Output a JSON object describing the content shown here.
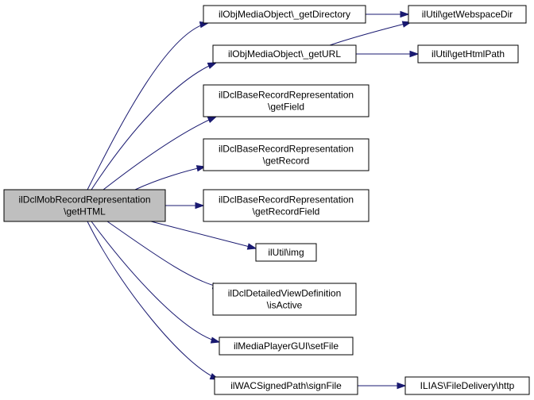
{
  "nodes": [
    {
      "id": "root",
      "lines": [
        "ilDclMobRecordRepresentation",
        "\\getHTML"
      ],
      "highlighted": true
    },
    {
      "id": "getDirectory",
      "lines": [
        "ilObjMediaObject\\_getDirectory"
      ]
    },
    {
      "id": "getURL",
      "lines": [
        "ilObjMediaObject\\_getURL"
      ]
    },
    {
      "id": "getField",
      "lines": [
        "ilDclBaseRecordRepresentation",
        "\\getField"
      ]
    },
    {
      "id": "getRecord",
      "lines": [
        "ilDclBaseRecordRepresentation",
        "\\getRecord"
      ]
    },
    {
      "id": "getRecordField",
      "lines": [
        "ilDclBaseRecordRepresentation",
        "\\getRecordField"
      ]
    },
    {
      "id": "img",
      "lines": [
        "ilUtil\\img"
      ]
    },
    {
      "id": "isActive",
      "lines": [
        "ilDclDetailedViewDefinition",
        "\\isActive"
      ]
    },
    {
      "id": "setFile",
      "lines": [
        "ilMediaPlayerGUI\\setFile"
      ]
    },
    {
      "id": "signFile",
      "lines": [
        "ilWACSignedPath\\signFile"
      ]
    },
    {
      "id": "getWebspaceDir",
      "lines": [
        "ilUtil\\getWebspaceDir"
      ]
    },
    {
      "id": "getHtmlPath",
      "lines": [
        "ilUtil\\getHtmlPath"
      ]
    },
    {
      "id": "http",
      "lines": [
        "ILIAS\\FileDelivery\\http"
      ]
    }
  ],
  "edges": [
    {
      "from": "root",
      "to": "getDirectory"
    },
    {
      "from": "root",
      "to": "getURL"
    },
    {
      "from": "root",
      "to": "getField"
    },
    {
      "from": "root",
      "to": "getRecord"
    },
    {
      "from": "root",
      "to": "getRecordField"
    },
    {
      "from": "root",
      "to": "img"
    },
    {
      "from": "root",
      "to": "isActive"
    },
    {
      "from": "root",
      "to": "setFile"
    },
    {
      "from": "root",
      "to": "signFile"
    },
    {
      "from": "getDirectory",
      "to": "getWebspaceDir"
    },
    {
      "from": "getURL",
      "to": "getWebspaceDir"
    },
    {
      "from": "getURL",
      "to": "getHtmlPath"
    },
    {
      "from": "signFile",
      "to": "http"
    }
  ],
  "colors": {
    "edge": "#191970",
    "node_fill": "#ffffff",
    "node_highlight_fill": "#bfbfbf",
    "node_border": "#000000"
  }
}
